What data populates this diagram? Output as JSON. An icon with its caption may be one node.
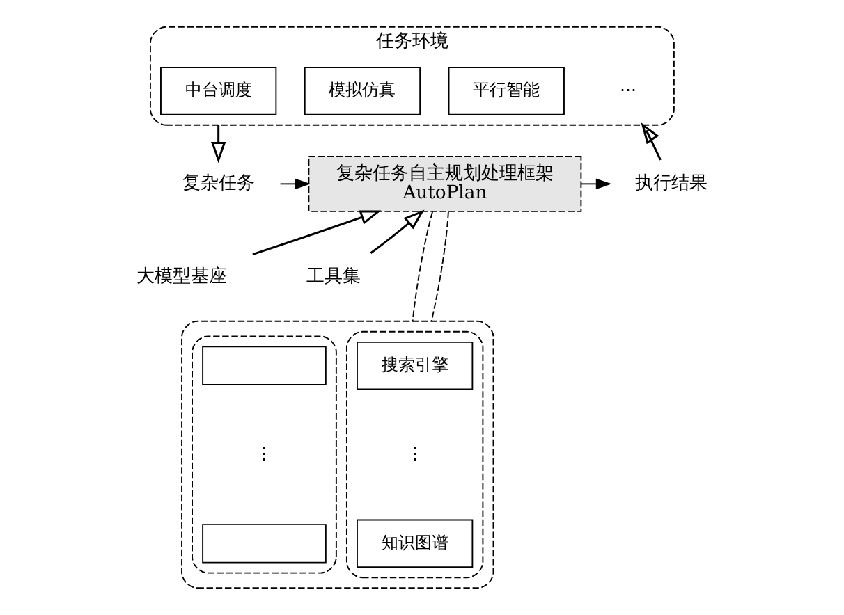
{
  "diagram": {
    "nodes": [
      {
        "text": [
          "任务环境"
        ]
      },
      {
        "text": [
          "中台调度"
        ],
        "in": 0
      },
      {
        "text": [
          "模拟仿真"
        ],
        "in": 0
      },
      {
        "text": [
          "平行智能"
        ],
        "in": 0
      },
      {
        "text": [
          "⋯"
        ],
        "in": 0
      },
      {
        "text": [
          "复杂任务"
        ]
      },
      {
        "text": [
          "复杂任务自主规划处理框架",
          "AutoPlan"
        ]
      },
      {
        "text": [
          "执行结果"
        ]
      },
      {
        "text": [
          "工具集"
        ]
      },
      {
        "text": [
          "大模型基座"
        ]
      },
      {
        "text": [],
        "shape": "box"
      },
      {
        "text": [],
        "shape": "box",
        "in": 10
      },
      {
        "text": [
          "搜索引擎"
        ],
        "in": 11
      },
      {
        "text": [
          "⋮"
        ],
        "in": 11
      },
      {
        "text": [
          "知识图谱"
        ],
        "in": 11
      },
      {
        "text": [],
        "shape": "box",
        "in": 10
      },
      {
        "text": [],
        "shape": "box",
        "in": 15
      },
      {
        "text": [
          "⋮"
        ],
        "in": 15
      },
      {
        "text": [],
        "shape": "box",
        "in": 15
      }
    ],
    "edges": [
      {
        "from": 0,
        "to": 5,
        "arrow": "to"
      },
      {
        "from": 5,
        "to": 6,
        "arrow": "to"
      },
      {
        "from": 6,
        "to": 7,
        "arrow": "to"
      },
      {
        "from": 7,
        "to": 0,
        "arrow": "to"
      },
      {
        "from": 8,
        "to": 6,
        "arrow": "to"
      },
      {
        "from": 9,
        "to": 6,
        "arrow": "to"
      },
      {
        "from": 6,
        "to": 10,
        "arrow": "none",
        "style": "dashed"
      },
      {
        "from": 6,
        "to": 10,
        "arrow": "none",
        "style": "dashed"
      }
    ]
  }
}
